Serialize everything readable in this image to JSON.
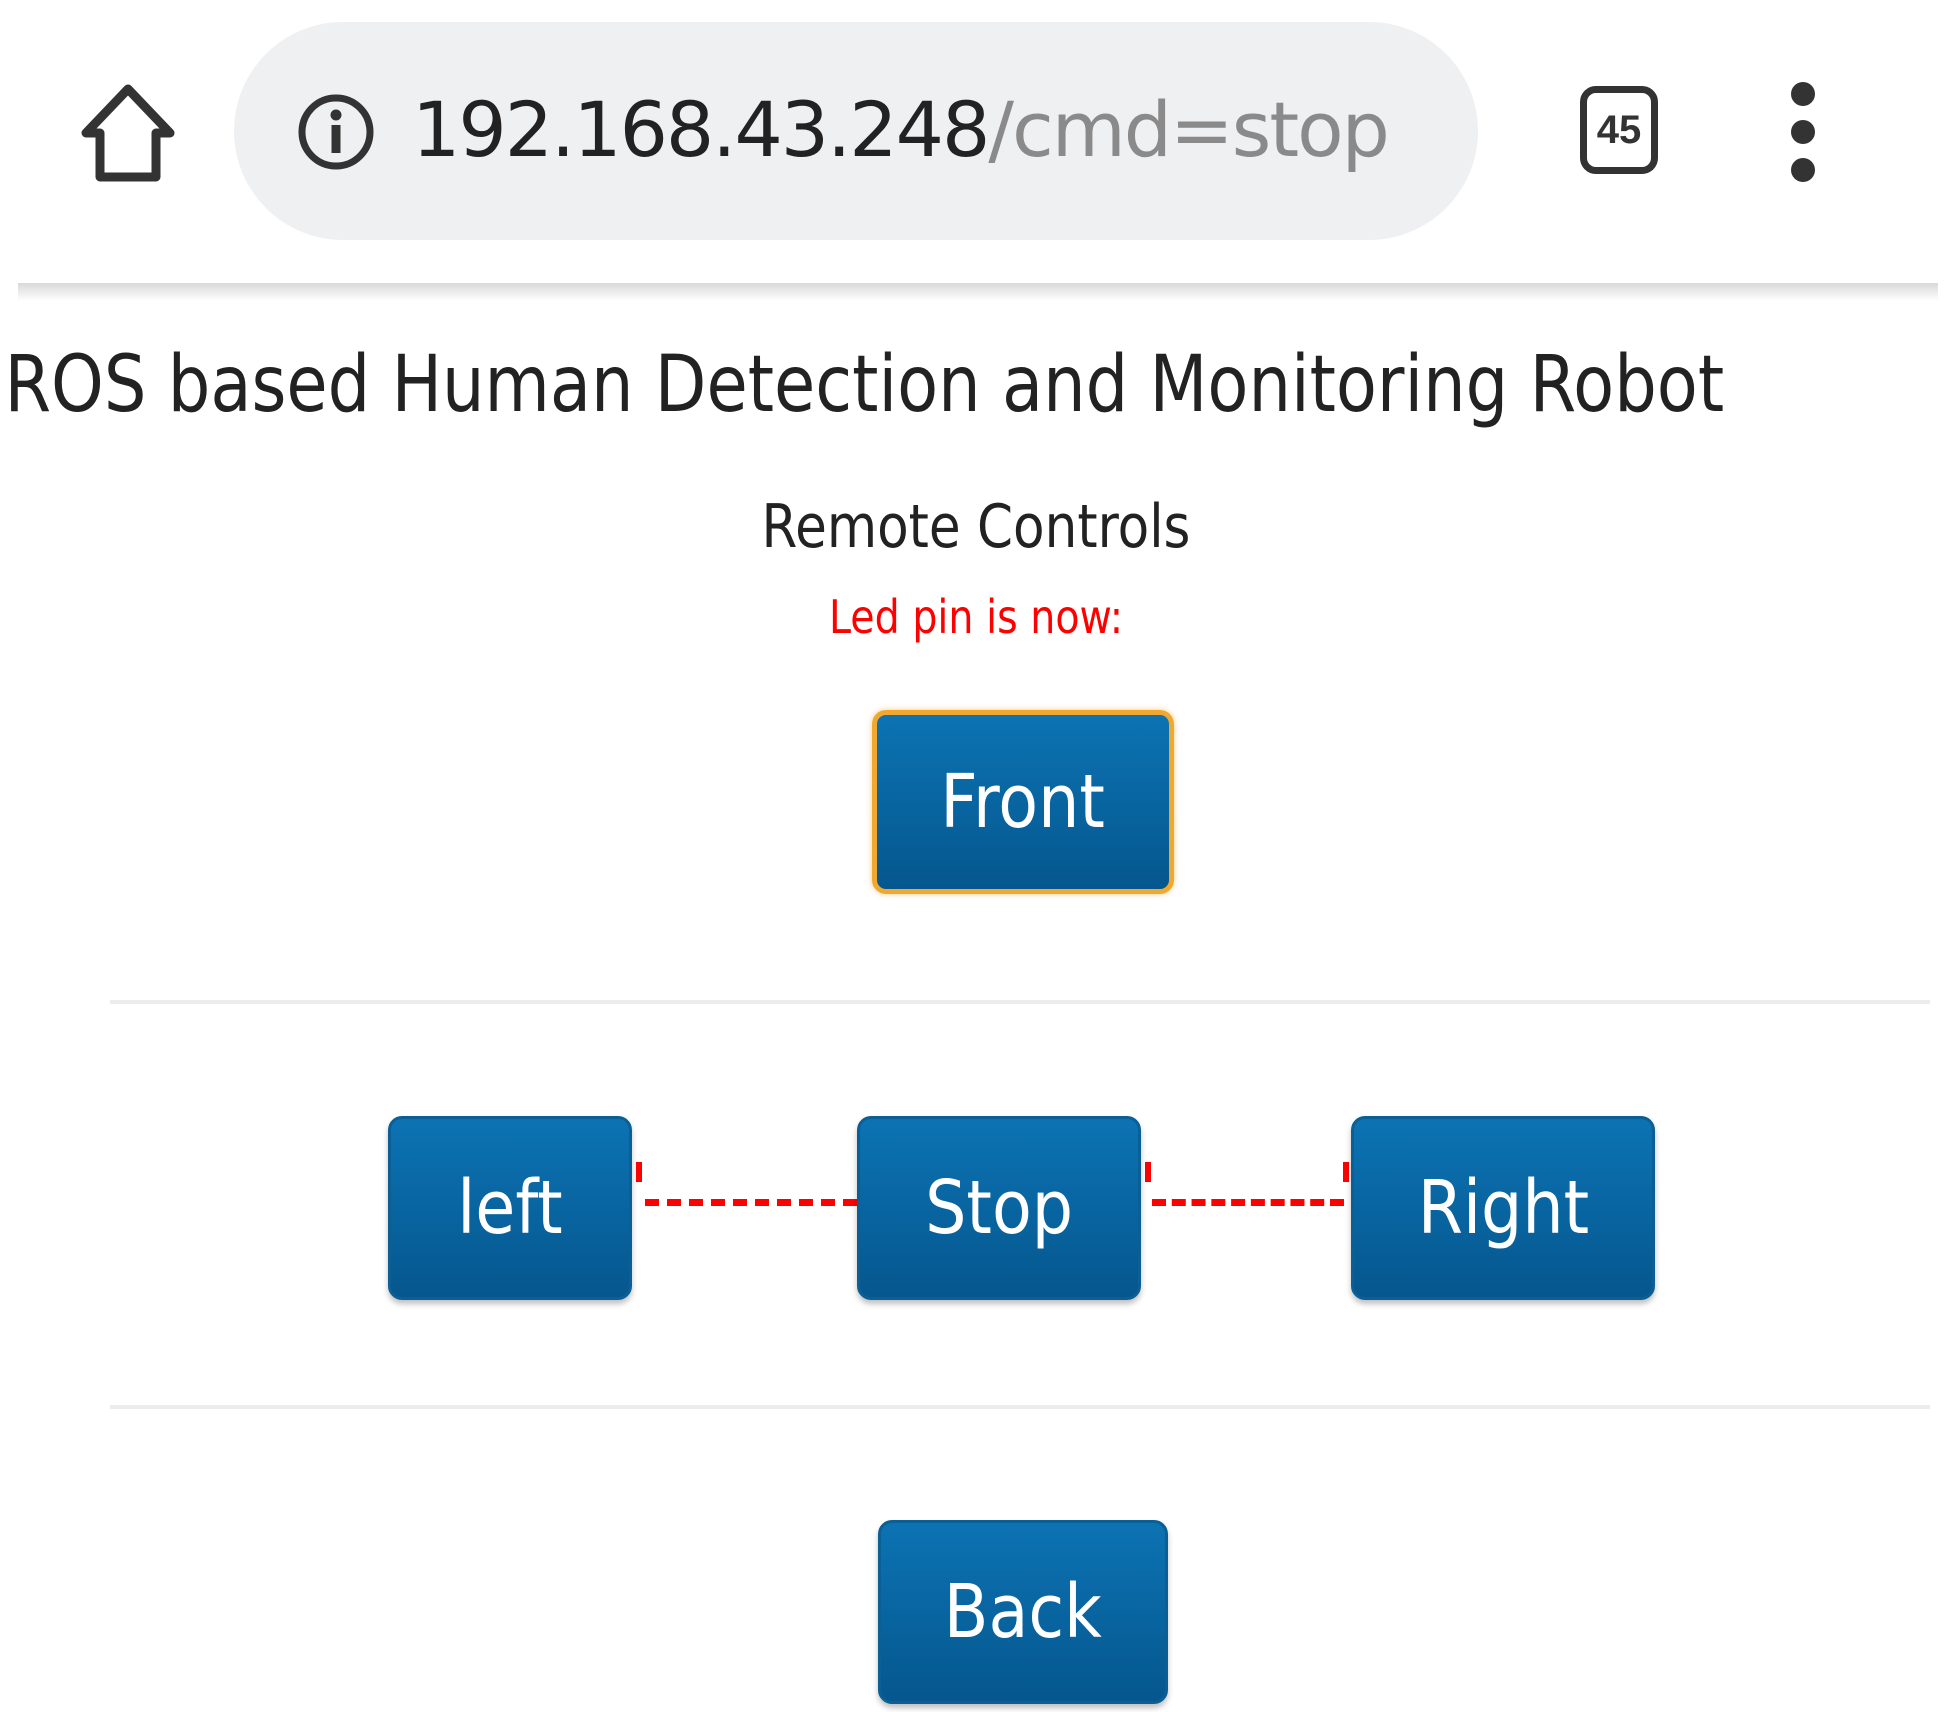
{
  "browser": {
    "url_host": "192.168.43.248",
    "url_path": "/cmd=stop",
    "tab_count": "45",
    "icons": {
      "home": "home-icon",
      "site_info": "info-icon",
      "tabs": "tabs-icon",
      "menu": "more-vertical-icon"
    }
  },
  "page": {
    "title": "ROS based Human Detection and Monitoring Robot",
    "subtitle": "Remote Controls",
    "status": "Led pin is now:",
    "status_color": "#ff0000",
    "buttons": {
      "front": "Front",
      "left": "left",
      "stop": "Stop",
      "right": "Right",
      "back": "Back"
    },
    "button_color": "#0a6aa6",
    "focus_color": "#f0a830"
  }
}
